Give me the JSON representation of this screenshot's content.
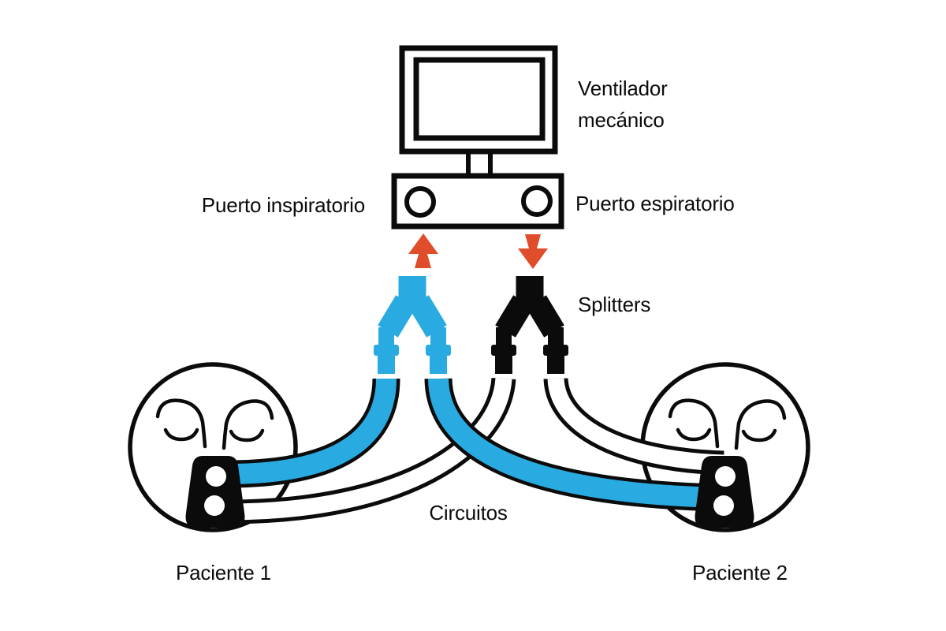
{
  "scene": {
    "ventilator_label": "Ventilador mecánico",
    "ports": {
      "inspiratory_label": "Puerto inspiratorio",
      "espiratory_label": "Puerto espiratorio"
    },
    "splitters_label": "Splitters",
    "circuits_label": "Circuitos",
    "patients": [
      {
        "label": "Paciente 1"
      },
      {
        "label": "Paciente 2"
      }
    ],
    "parts": {
      "monitor": "ventilator-monitor",
      "ports_box": "ventilator-ports-box",
      "inspiratory_arrow": "arrow-up-icon",
      "espiratory_arrow": "arrow-down-icon",
      "blue_splitter": "inspiratory-splitter",
      "black_splitter": "espiratory-splitter",
      "tubes": [
        "blue-circuit-patient1",
        "white-circuit-patient1",
        "blue-circuit-patient2",
        "white-circuit-patient2"
      ]
    },
    "colors": {
      "tube_blue": "#29abe2",
      "arrow_red": "#e04d2b",
      "line_black": "#0b0b0b",
      "background": "#ffffff"
    }
  }
}
